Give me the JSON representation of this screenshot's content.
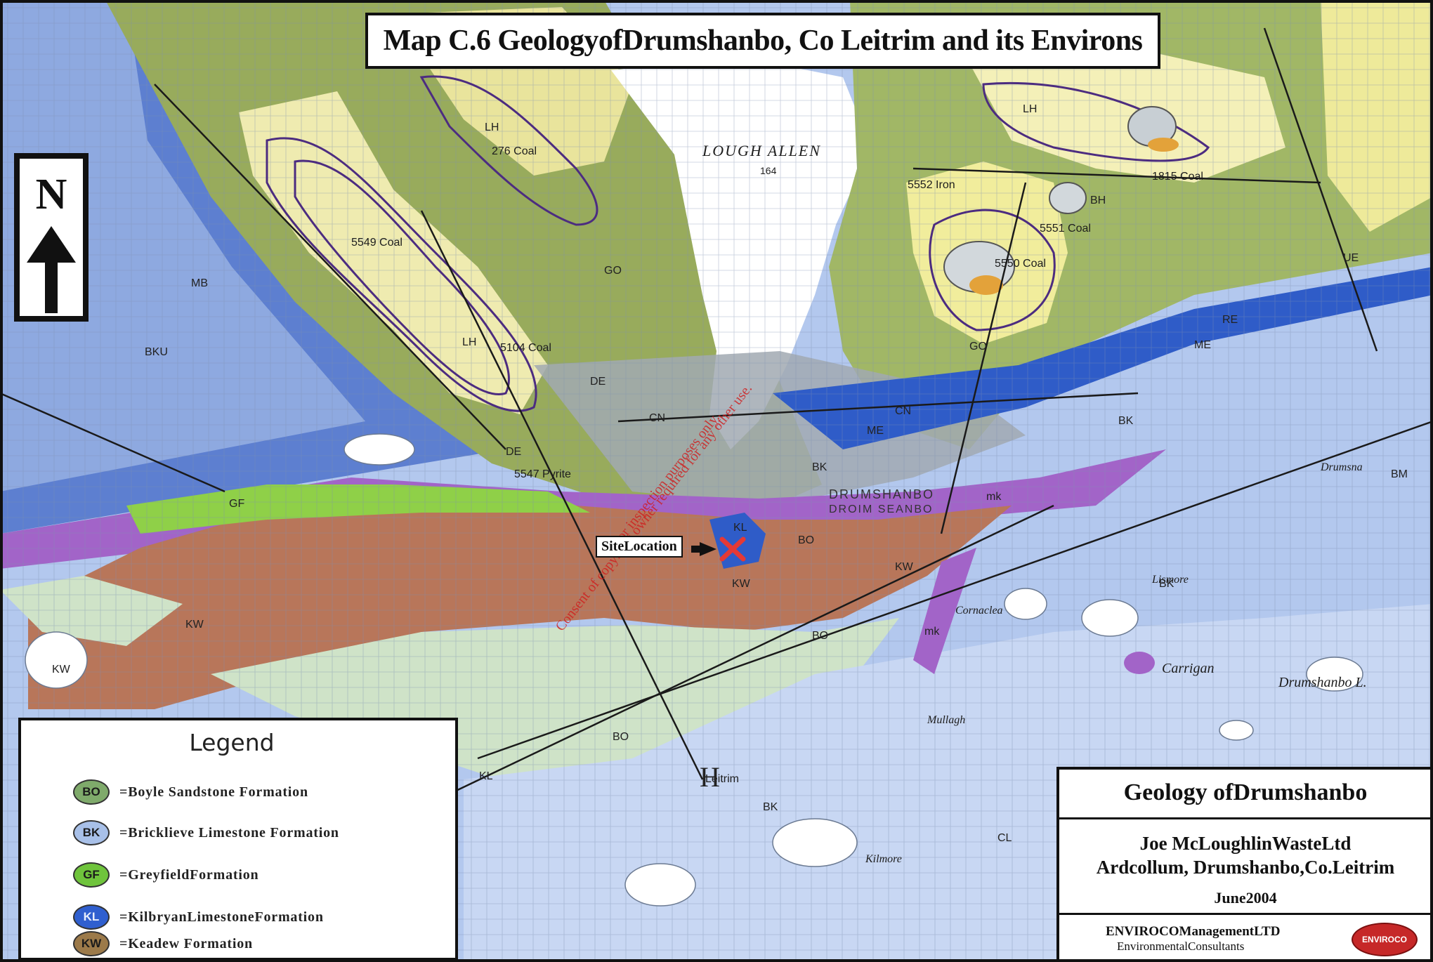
{
  "title": "Map C.6  GeologyofDrumshanbo, Co Leitrim and its Environs",
  "north": {
    "letter": "N"
  },
  "site": {
    "label": "SiteLocation"
  },
  "watermark": {
    "line1": "For inspection purposes only.",
    "line2": "Consent of copyright owner required for any other use."
  },
  "map_labels": {
    "lough_allen": "LOUGH ALLEN",
    "lough_allen_height": "164",
    "drumshanbo": "DRUMSHANBO",
    "drumshanbo_irish": "DROIM SEANBO",
    "coal_276": "276 Coal",
    "coal_5549": "5549 Coal",
    "coal_5104": "5104 Coal",
    "coal_1815": "1815 Coal",
    "coal_5551": "5551 Coal",
    "coal_5550": "5550 Coal",
    "iron_5552": "5552 Iron",
    "pyrite_5547": "5547 Pyrite",
    "carrigan": "Carrigan",
    "drumshanbo_l": "Drumshanbo L.",
    "drumsna": "Drumsna",
    "leitrim": "Leitrim",
    "kilmore": "Kilmore",
    "mullagh": "Mullagh",
    "cornaclea": "Cornaclea",
    "lismore": "Lismore",
    "formation_codes": [
      "BO",
      "BK",
      "GF",
      "KL",
      "KW",
      "LH",
      "DE",
      "GO",
      "CN",
      "ME",
      "mk",
      "BH",
      "CL",
      "BKU",
      "MB",
      "BM",
      "RE",
      "UE",
      "H"
    ]
  },
  "legend": {
    "title": "Legend",
    "items": [
      {
        "code": "BO",
        "label": "=Boyle Sandstone Formation",
        "color": "#7faa6b"
      },
      {
        "code": "BK",
        "label": "=Bricklieve Limestone Formation",
        "color": "#a8c0e8"
      },
      {
        "code": "GF",
        "label": "=GreyfieldFormation",
        "color": "#6fc43c"
      },
      {
        "code": "KL",
        "label": "=KilbryanLimestoneFormation",
        "color": "#2f5fcf"
      },
      {
        "code": "KW",
        "label": "=Keadew Formation",
        "color": "#9c7a4a"
      }
    ]
  },
  "info": {
    "title": "Geology ofDrumshanbo",
    "client": "Joe McLoughlinWasteLtd",
    "address": "Ardcollum, Drumshanbo,Co.Leitrim",
    "date": "June2004",
    "company": "ENVIROCOManagementLTD",
    "company_sub": "EnvironmentalConsultants",
    "logo_text": "ENVIROCO"
  },
  "colors": {
    "bricklieve": "#a9c2ec",
    "kilbryan": "#2f5cc8",
    "keadew": "#b6745a",
    "greyfield": "#8fd048",
    "boyle": "#cfe0c8",
    "limestone_pale": "#c7d7f2",
    "lough": "#ffffff",
    "shale_green": "#9aae5e",
    "yellow": "#f2eea6",
    "purple": "#a060c8",
    "grey": "#9aa3a8",
    "site_marker": "#e53935"
  }
}
